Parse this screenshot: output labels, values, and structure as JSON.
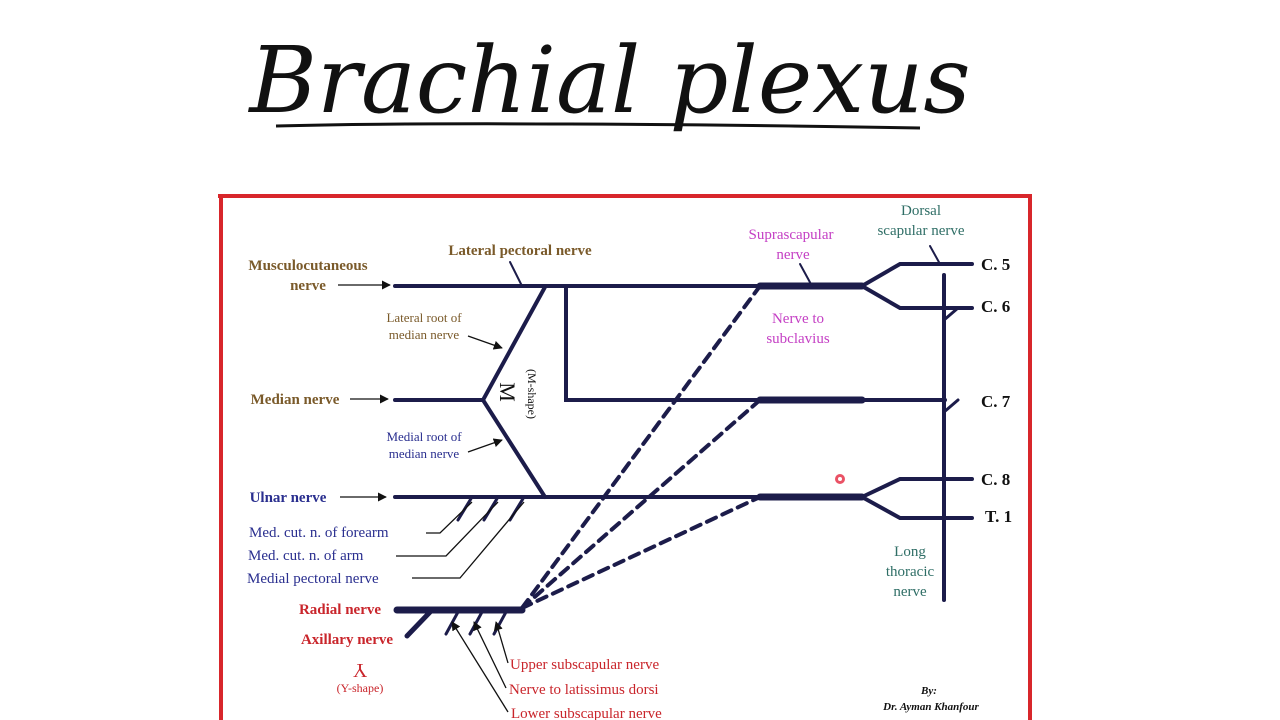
{
  "title": "Brachial plexus",
  "colors": {
    "nerve_line": "#1c1c4a",
    "frame": "#d8262b",
    "brown": "#7a5a2a",
    "blue": "#2a2f8f",
    "red": "#c9252b",
    "magenta": "#c43fc4",
    "teal": "#2f6e66",
    "black": "#111111"
  },
  "labels": {
    "musculocutaneous_1": "Musculocutaneous",
    "musculocutaneous_2": "nerve",
    "lateral_pectoral": "Lateral pectoral nerve",
    "lateral_root_1": "Lateral root of",
    "lateral_root_2": "median nerve",
    "m_letter": "M",
    "m_shape": "(M-shape)",
    "median": "Median nerve",
    "medial_root_1": "Medial root of",
    "medial_root_2": "median nerve",
    "ulnar": "Ulnar nerve",
    "med_cut_forearm": "Med. cut. n. of forearm",
    "med_cut_arm": "Med. cut. n. of arm",
    "medial_pectoral": "Medial pectoral nerve",
    "radial": "Radial nerve",
    "axillary": "Axillary nerve",
    "y_letter": "Y",
    "y_shape": "(Y-shape)",
    "upper_subscapular": "Upper subscapular nerve",
    "latissimus": "Nerve to latissimus dorsi",
    "lower_subscapular": "Lower subscapular nerve",
    "suprascapular_1": "Suprascapular",
    "suprascapular_2": "nerve",
    "subclavius_1": "Nerve to",
    "subclavius_2": "subclavius",
    "dorsal_1": "Dorsal",
    "dorsal_2": "scapular nerve",
    "long_1": "Long",
    "long_2": "thoracic",
    "long_3": "nerve",
    "c5": "C. 5",
    "c6": "C. 6",
    "c7": "C. 7",
    "c8": "C. 8",
    "t1": "T. 1",
    "by": "By:",
    "author": "Dr. Ayman Khanfour"
  }
}
